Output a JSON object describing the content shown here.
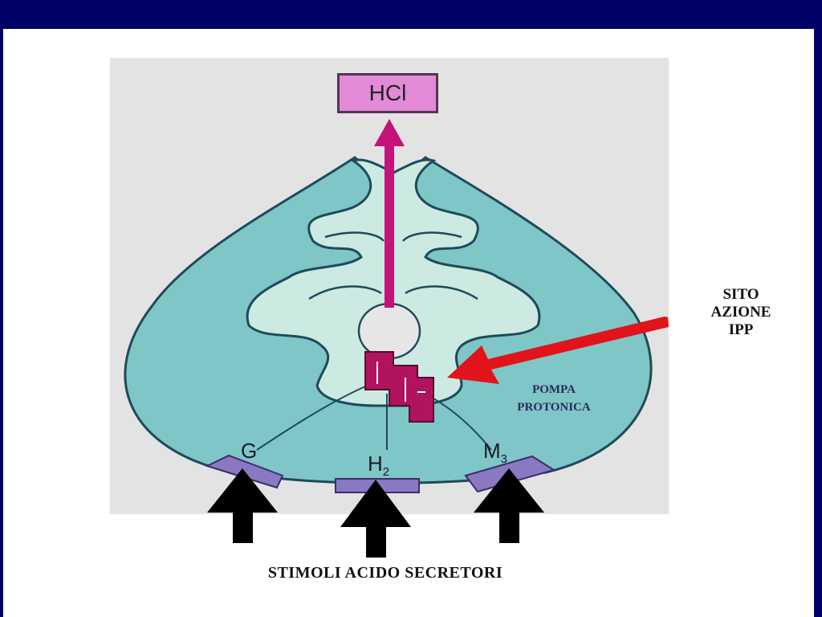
{
  "diagram": {
    "product_label": "HCl",
    "site_label_lines": [
      "SITO",
      "AZIONE",
      "IPP"
    ],
    "pump_label_lines": [
      "POMPA",
      "PROTONICA"
    ],
    "receptors": [
      {
        "name": "G",
        "sub": ""
      },
      {
        "name": "H",
        "sub": "2"
      },
      {
        "name": "M",
        "sub": "3"
      }
    ],
    "caption": "STIMOLI ACIDO SECRETORI"
  },
  "colors": {
    "slide_background": "#000066",
    "cell_body": "#7fc6c7",
    "canaliculus": "#cce9e2",
    "hcl_arrow": "#c4137a",
    "pump": "#b0145f",
    "site_arrow": "#e0141a",
    "receptor": "#8a78c2",
    "stimulus_arrow": "#000000"
  },
  "icons": {
    "site_pointer": "red-arrow-icon",
    "stimulus": "up-arrow-icon",
    "pump": "proton-pump-icon"
  }
}
